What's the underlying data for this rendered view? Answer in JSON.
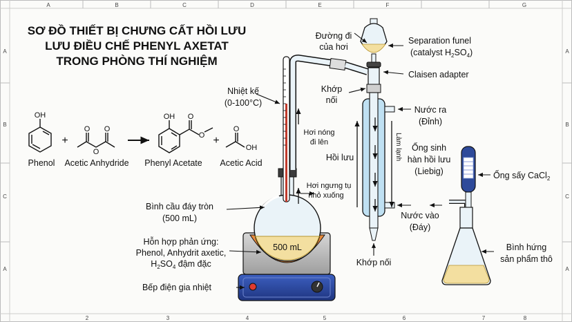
{
  "title": {
    "line1": "SƠ ĐỒ THIẾT BỊ CHƯNG CẤT HỒI LƯU",
    "line2": "LƯU ĐIỀU CHẾ PHENYL AXETAT",
    "line3": "TRONG PHÒNG THÍ NGHIỆM"
  },
  "ruler": {
    "top": [
      "A",
      "B",
      "C",
      "D",
      "E",
      "F",
      "G"
    ],
    "bottom": [
      "2",
      "3",
      "4",
      "5",
      "6",
      "7",
      "8"
    ],
    "left": [
      "A",
      "B",
      "C",
      "A"
    ],
    "right": [
      "A",
      "B",
      "C",
      "A"
    ]
  },
  "reaction": {
    "phenol": "Phenol",
    "acetic_anhydride": "Acetic Anhydride",
    "phenyl_acetate": "Phenyl Acetate",
    "acetic_acid": "Acetic Acid",
    "plus": "+",
    "oh": "OH",
    "o": "O"
  },
  "labels": {
    "vapor_path_1": "Đường đi",
    "vapor_path_2": "của hơi",
    "separation_funnel": "Separation funel",
    "catalyst_pre": "(catalyst H",
    "catalyst_sub1": "2",
    "catalyst_mid": "SO",
    "catalyst_sub2": "4",
    "catalyst_post": ")",
    "claisen": "Claisen adapter",
    "joint_top_1": "Khớp",
    "joint_top_2": "nối",
    "thermometer_1": "Nhiệt kế",
    "thermometer_2": "(0-100°C)",
    "hot_vapor_1": "Hơi nóng",
    "hot_vapor_2": "đi lên",
    "reflux": "Hồi lưu",
    "cooling": "Làm lạnh",
    "water_out_1": "Nước ra",
    "water_out_2": "(Đỉnh)",
    "condenser_1": "Ống sinh",
    "condenser_2": "hàn hồi lưu",
    "condenser_3": "(Liebig)",
    "drying_pre": "Ống sấy CaCl",
    "drying_sub": "2",
    "condensed_1": "Hơi ngưng tụ",
    "condensed_2": "nhỏ xuống",
    "flask_1": "Bình cầu đáy tròn",
    "flask_2": "(500 mL)",
    "flask_volume": "500 mL",
    "mixture_1": "Hỗn hợp phản ứng:",
    "mixture_2": "Phenol, Anhydrit axetic,",
    "mixture_3_pre": "H",
    "mixture_3_sub1": "2",
    "mixture_3_mid": "SO",
    "mixture_3_sub2": "4",
    "mixture_3_post": " đậm đặc",
    "water_in_1": "Nước vào",
    "water_in_2": "(Đáy)",
    "receiver_1": "Bình hứng",
    "receiver_2": "sản phẩm thô",
    "joint_bottom": "Khớp nối",
    "hotplate": "Bếp điện gia nhiệt"
  },
  "colors": {
    "glass": "#eaf3f8",
    "coolant": "#bfe0f2",
    "liquid": "#f3dfa0",
    "heater_orange": "#e98a3c",
    "hotplate_blue": "#2f4fa8",
    "drying_blue": "#2e4a9a",
    "thermo_red": "#c0392b"
  }
}
